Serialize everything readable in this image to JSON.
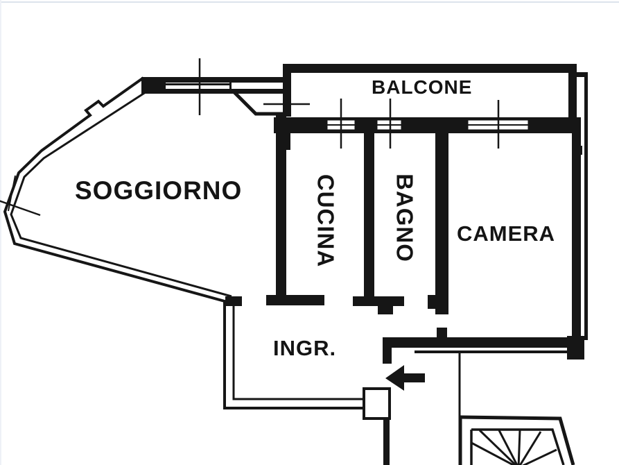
{
  "rooms": {
    "balcone": {
      "label": "BALCONE"
    },
    "soggiorno": {
      "label": "SOGGIORNO"
    },
    "cucina": {
      "label": "CUCINA"
    },
    "bagno": {
      "label": "BAGNO"
    },
    "camera": {
      "label": "CAMERA"
    },
    "ingresso": {
      "label": "INGR."
    }
  },
  "colors": {
    "wall": "#161616",
    "background": "#ffffff"
  }
}
